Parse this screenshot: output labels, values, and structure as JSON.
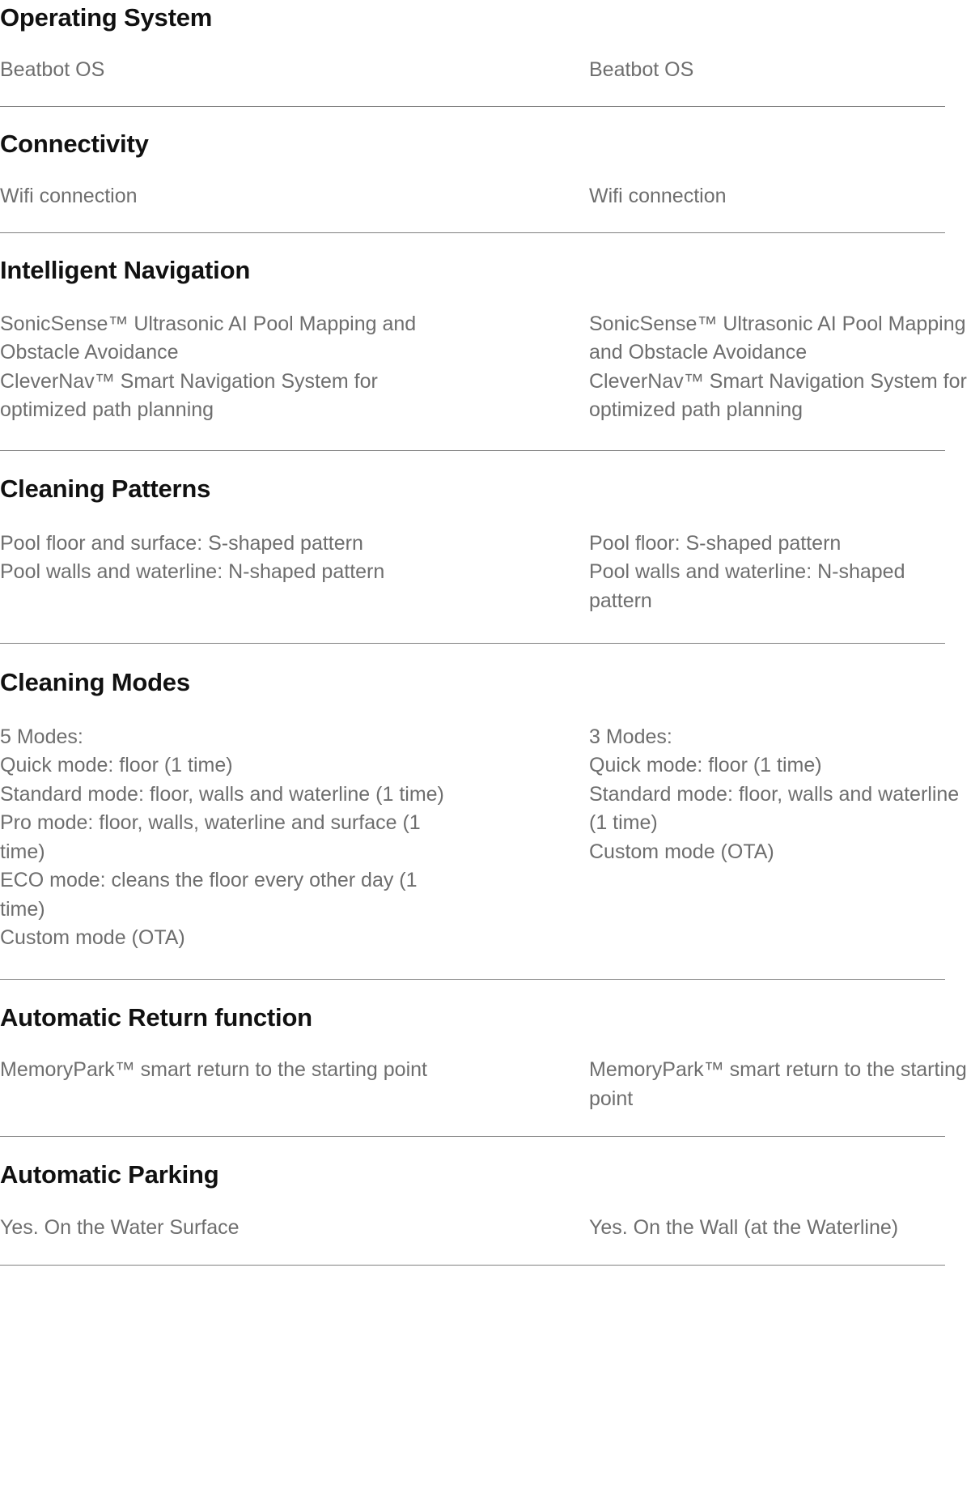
{
  "theme": {
    "background": "#ffffff",
    "heading_color": "#111111",
    "body_color": "#6e6e6e",
    "divider_color": "#808080"
  },
  "sections": [
    {
      "heading": "Operating System",
      "left": "Beatbot OS",
      "right": "Beatbot OS"
    },
    {
      "heading": "Connectivity",
      "left": "Wifi connection",
      "right": "Wifi connection"
    },
    {
      "heading": "Intelligent Navigation",
      "left": "SonicSense™ Ultrasonic AI Pool Mapping and Obstacle Avoidance\nCleverNav™ Smart Navigation System for optimized path planning",
      "right": "SonicSense™ Ultrasonic AI Pool Mapping and Obstacle Avoidance\nCleverNav™ Smart Navigation System for optimized path planning"
    },
    {
      "heading": "Cleaning Patterns",
      "left": "Pool floor and surface: S-shaped pattern\nPool walls and waterline: N-shaped pattern",
      "right": "Pool floor: S-shaped pattern\nPool walls and waterline: N-shaped pattern"
    },
    {
      "heading": "Cleaning Modes",
      "left": "5 Modes:\nQuick mode: floor (1 time)\nStandard mode: floor, walls and waterline (1 time)\nPro mode: floor, walls, waterline and surface (1 time)\nECO mode: cleans the floor every other day (1 time)\nCustom mode (OTA)",
      "right": "3 Modes:\nQuick mode: floor (1 time)\nStandard mode: floor, walls and waterline (1 time)\nCustom mode (OTA)"
    },
    {
      "heading": "Automatic Return function",
      "left": "MemoryPark™ smart return to the starting point",
      "right": "MemoryPark™ smart return to the starting point"
    },
    {
      "heading": "Automatic Parking",
      "left": "Yes. On the Water Surface",
      "right": "Yes. On the Wall (at the Waterline)"
    }
  ]
}
